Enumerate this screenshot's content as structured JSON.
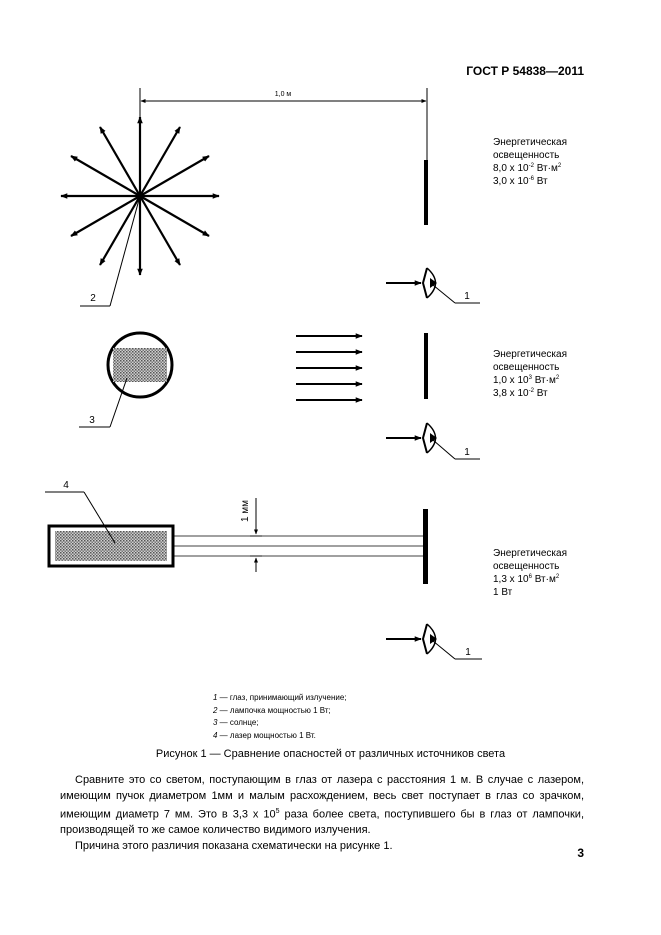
{
  "document": {
    "standard_id": "ГОСТ Р 54838—2011",
    "page_number": "3"
  },
  "figure": {
    "distance_label": "1,0 м",
    "beam_width_label": "1 мм",
    "callouts": {
      "eye": "1",
      "bulb": "2",
      "sun": "3",
      "laser": "4"
    },
    "panels": [
      {
        "heading_line1": "Энергетическая",
        "heading_line2": "освещенность",
        "irradiance_mantissa": "8,0 x 10",
        "irradiance_exponent": "-2",
        "irradiance_unit": " Вт·м",
        "irradiance_unit_exponent": "2",
        "power_mantissa": "3,0 x 10",
        "power_exponent": "-6",
        "power_unit": " Вт"
      },
      {
        "heading_line1": "Энергетическая",
        "heading_line2": "освещенность",
        "irradiance_mantissa": "1,0 x 10",
        "irradiance_exponent": "3",
        "irradiance_unit": " Вт·м",
        "irradiance_unit_exponent": "2",
        "power_mantissa": "3,8 x 10",
        "power_exponent": "-2",
        "power_unit": " Вт"
      },
      {
        "heading_line1": "Энергетическая",
        "heading_line2": "освещенность",
        "irradiance_mantissa": "1,3 x 10",
        "irradiance_exponent": "6",
        "irradiance_unit": " Вт·м",
        "irradiance_unit_exponent": "2",
        "power_text": "1 Вт"
      }
    ],
    "legend": [
      {
        "num": "1",
        "text": " — глаз, принимающий излучение;"
      },
      {
        "num": "2",
        "text": " — лампочка мощностью 1 Вт;"
      },
      {
        "num": "3",
        "text": " — солнце;"
      },
      {
        "num": "4",
        "text": " — лазер мощностью 1 Вт."
      }
    ],
    "caption": "Рисунок 1 — Сравнение опасностей от различных источников света"
  },
  "body": {
    "p1_a": "Сравните это со светом, поступающим в глаз от лазера с расстояния 1 м. В случае с лазером, имеющим пучок диаметром 1мм и малым расхождением, весь свет поступает в глаз со зрачком, имеющим диаметр 7 мм. Это в 3,3 x 10",
    "p1_exp": "5",
    "p1_b": " раза более света, поступившего бы в глаз от лампочки, производящей то же самое количество видимого излучения.",
    "p2": "Причина этого различия показана схематически на рисунке 1."
  },
  "colors": {
    "ink": "#000000",
    "fill_texture": "#8a8a8a",
    "paper": "#ffffff"
  }
}
